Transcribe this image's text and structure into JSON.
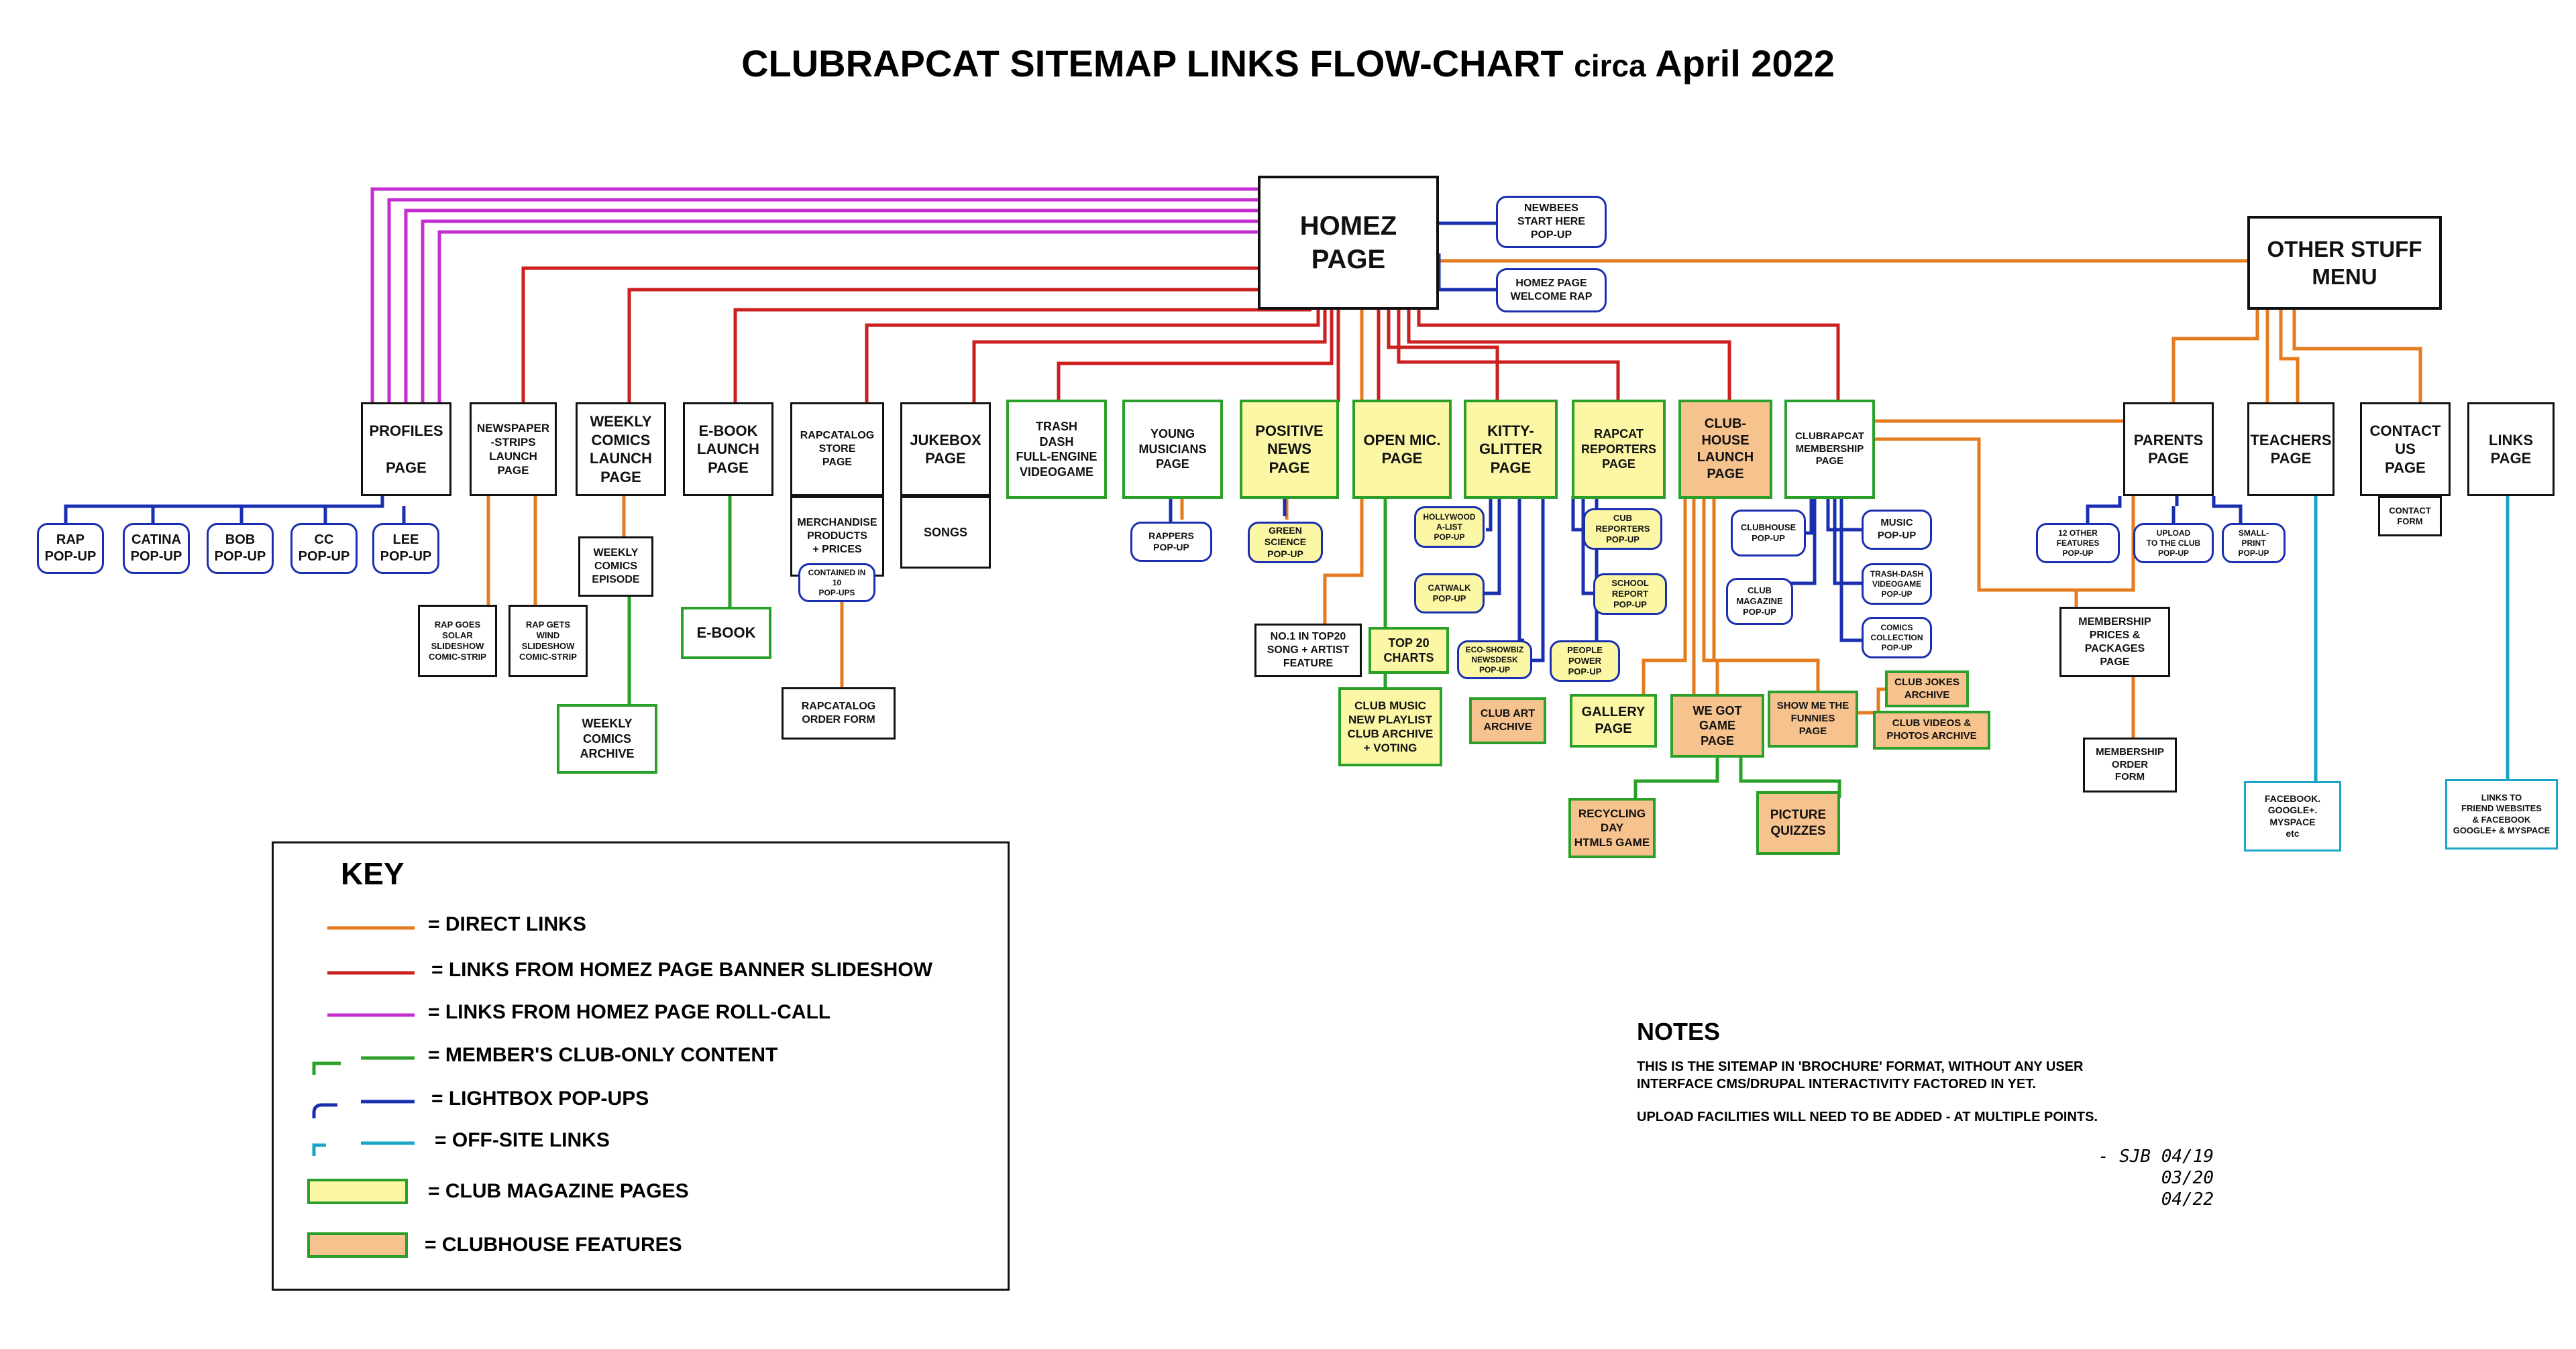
{
  "title": {
    "main": "CLUBRAPCAT SITEMAP LINKS FLOW-CHART",
    "circa": "circa",
    "date": "April 2022"
  },
  "colors": {
    "direct": "#e57b1f",
    "banner": "#cc1f1f",
    "rollcall": "#c62dd1",
    "member": "#2aa02a",
    "popup": "#1a2fb0",
    "offsite": "#1aa5c8",
    "magazine": "#fbf7a5",
    "clubhouse": "#f6c28e"
  },
  "nodes": {
    "homez": "HOMEZ\nPAGE",
    "newbees": "NEWBEES\nSTART HERE\nPOP-UP",
    "welcome": "HOMEZ PAGE\nWELCOME RAP",
    "other": "OTHER STUFF\nMENU",
    "profiles": "PROFILES\n\nPAGE",
    "newspaper": "NEWSPAPER\n-STRIPS\nLAUNCH\nPAGE",
    "weekly_comics": "WEEKLY\nCOMICS\nLAUNCH\nPAGE",
    "ebook_launch": "E-BOOK\nLAUNCH\nPAGE",
    "rapcatalog_store": "RAPCATALOG\nSTORE\nPAGE",
    "jukebox": "JUKEBOX\nPAGE",
    "trash_dash": "TRASH\nDASH\nFULL-ENGINE\nVIDEOGAME",
    "young_musicians": "YOUNG\nMUSICIANS\nPAGE",
    "positive_news": "POSITIVE\nNEWS\nPAGE",
    "open_mic": "OPEN MIC.\nPAGE",
    "kitty_glitter": "KITTY-\nGLITTER\nPAGE",
    "rapcat_reporters": "RAPCAT\nREPORTERS\nPAGE",
    "clubhouse_launch": "CLUB-\nHOUSE\nLAUNCH\nPAGE",
    "membership_page": "CLUBRAPCAT\nMEMBERSHIP\nPAGE",
    "parents": "PARENTS\nPAGE",
    "teachers": "TEACHERS\nPAGE",
    "contact": "CONTACT\nUS\nPAGE",
    "links": "LINKS\nPAGE",
    "rap": "RAP\nPOP-UP",
    "catina": "CATINA\nPOP-UP",
    "bob": "BOB\nPOP-UP",
    "cc": "CC\nPOP-UP",
    "lee": "LEE\nPOP-UP",
    "rap_solar": "RAP GOES\nSOLAR\nSLIDESHOW\nCOMIC-STRIP",
    "rap_wind": "RAP GETS\nWIND\nSLIDESHOW\nCOMIC-STRIP",
    "weekly_episode": "WEEKLY\nCOMICS\nEPISODE",
    "weekly_archive": "WEEKLY\nCOMICS\nARCHIVE",
    "ebook": "E-BOOK",
    "merchandise": "MERCHANDISE\nPRODUCTS\n+ PRICES",
    "contained": "CONTAINED IN\n10\nPOP-UPS",
    "rapcatalog_order": "RAPCATALOG\nORDER FORM",
    "songs": "SONGS",
    "rappers": "RAPPERS\nPOP-UP",
    "green_science": "GREEN\nSCIENCE\nPOP-UP",
    "no1": "NO.1 IN TOP20\nSONG + ARTIST\nFEATURE",
    "top20": "TOP 20\nCHARTS",
    "club_music": "CLUB MUSIC\nNEW PLAYLIST\nCLUB ARCHIVE\n+ VOTING",
    "hollywood": "HOLLYWOOD\nA-LIST\nPOP-UP",
    "catwalk": "CATWALK\nPOP-UP",
    "ecoshowbiz": "ECO-SHOWBIZ\nNEWSDESK\nPOP-UP",
    "cub_reporters": "CUB\nREPORTERS\nPOP-UP",
    "school_report": "SCHOOL\nREPORT\nPOP-UP",
    "people_power": "PEOPLE\nPOWER\nPOP-UP",
    "club_art": "CLUB ART\nARCHIVE",
    "gallery": "GALLERY\nPAGE",
    "we_got_game": "WE GOT\nGAME\nPAGE",
    "funnies": "SHOW ME THE\nFUNNIES\nPAGE",
    "jokes": "CLUB JOKES\nARCHIVE",
    "videos": "CLUB VIDEOS &\nPHOTOS ARCHIVE",
    "recycling": "RECYCLING\nDAY\nHTML5 GAME",
    "quizzes": "PICTURE\nQUIZZES",
    "clubhouse_popup": "CLUBHOUSE\nPOP-UP",
    "club_magazine": "CLUB\nMAGAZINE\nPOP-UP",
    "music": "MUSIC\nPOP-UP",
    "trashdash_popup": "TRASH-DASH\nVIDEOGAME\nPOP-UP",
    "comics_collection": "COMICS\nCOLLECTION\nPOP-UP",
    "twelve_other": "12 OTHER\nFEATURES\nPOP-UP",
    "upload": "UPLOAD\nTO THE CLUB\nPOP-UP",
    "small_print": "SMALL-\nPRINT\nPOP-UP",
    "membership_prices": "MEMBERSHIP\nPRICES &\nPACKAGES\nPAGE",
    "membership_order": "MEMBERSHIP\nORDER\nFORM",
    "contact_form": "CONTACT\nFORM",
    "facebook": "FACEBOOK.\nGOOGLE+.\nMYSPACE\netc",
    "friend_links": "LINKS TO\nFRIEND WEBSITES\n& FACEBOOK\nGOOGLE+ & MYSPACE"
  },
  "key": {
    "title": "KEY",
    "direct": "= DIRECT LINKS",
    "banner": "= LINKS FROM HOMEZ PAGE BANNER SLIDESHOW",
    "rollcall": "= LINKS FROM HOMEZ PAGE ROLL-CALL",
    "member": "= MEMBER'S CLUB-ONLY CONTENT",
    "popup": "= LIGHTBOX POP-UPS",
    "offsite": "= OFF-SITE LINKS",
    "magazine": "= CLUB MAGAZINE PAGES",
    "clubhouse": "= CLUBHOUSE FEATURES"
  },
  "notes": {
    "title": "NOTES",
    "line1": "THIS IS THE SITEMAP IN 'BROCHURE' FORMAT, WITHOUT ANY USER",
    "line2": "INTERFACE CMS/DRUPAL INTERACTIVITY FACTORED IN YET.",
    "line3": "UPLOAD FACILITIES WILL NEED TO BE ADDED - AT MULTIPLE POINTS.",
    "sig1": "- SJB 04/19",
    "sig2": "03/20",
    "sig3": "04/22"
  }
}
